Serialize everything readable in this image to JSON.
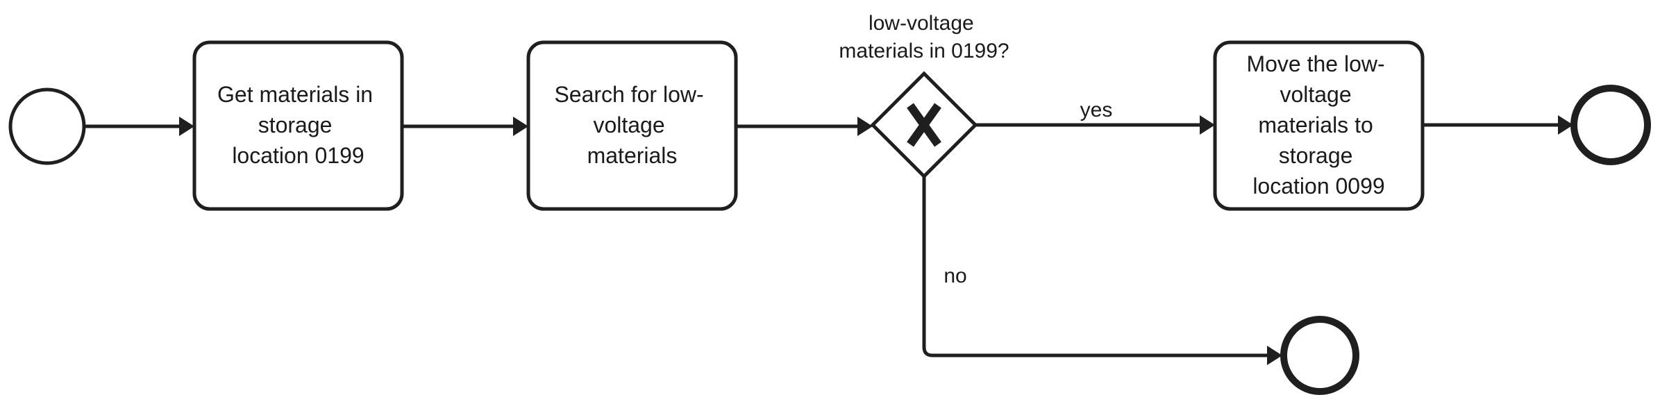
{
  "diagram": {
    "tasks": {
      "get_materials": [
        "Get materials in",
        "storage",
        "location 0199"
      ],
      "search_materials": [
        "Search for low-",
        "voltage",
        "materials"
      ],
      "move_materials": [
        "Move the low-",
        "voltage",
        "materials to",
        "storage",
        "location 0099"
      ]
    },
    "gateway": {
      "question": [
        "low-voltage",
        "materials in 0199?"
      ]
    },
    "flows": {
      "yes_label": "yes",
      "no_label": "no"
    }
  }
}
